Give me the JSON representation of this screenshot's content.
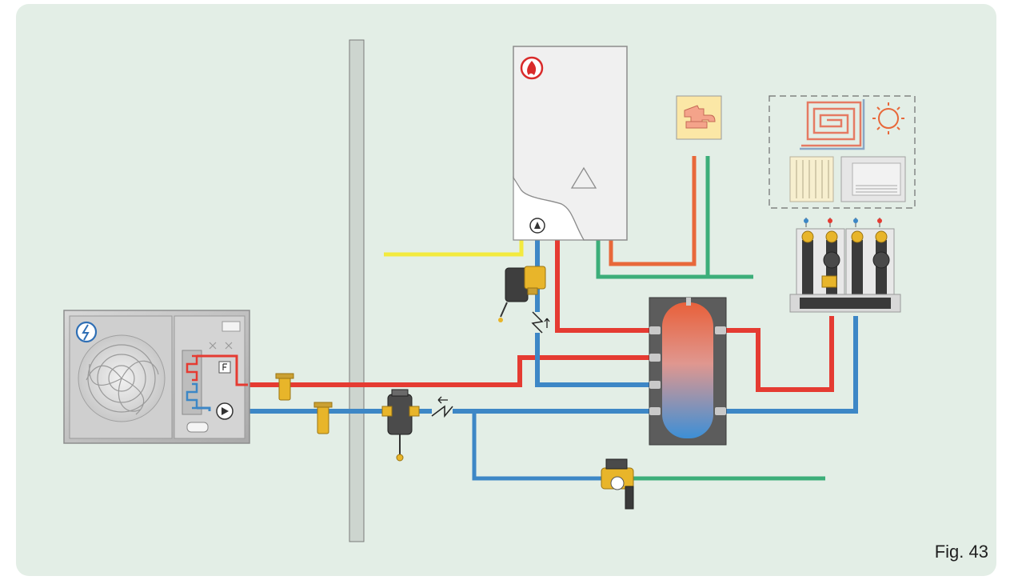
{
  "caption": "Fig. 43",
  "colors": {
    "background": "#e3eee6",
    "supply_hot": "#e53b32",
    "return_cold": "#3d87c6",
    "dhw_hot": "#e8683a",
    "cold_water": "#3cae79",
    "gas": "#f3ea3e",
    "brass": "#e8b52a"
  },
  "components": {
    "heat_pump": "heat-pump-outdoor-unit",
    "boiler": "wall-hung-boiler",
    "tap": "hot-water-tap-icon",
    "storage": "buffer-storage-tank",
    "pump_station": "hydraulic-pump-station",
    "emitters": [
      "underfloor-heating-icon",
      "sun-icon",
      "radiator-icon",
      "fan-coil-icon"
    ]
  }
}
